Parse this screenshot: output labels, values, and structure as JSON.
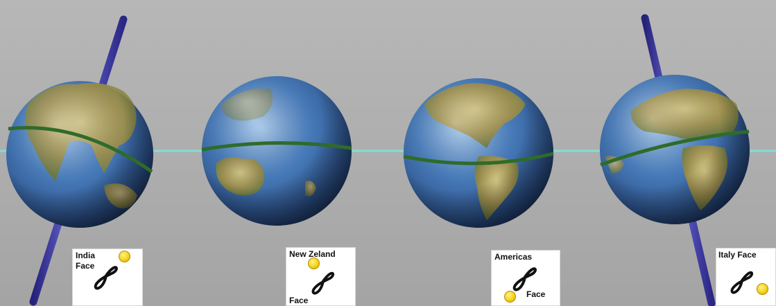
{
  "colors": {
    "background": "#b0b0b0",
    "axis_rod": "#3d3a9e",
    "equator_ring": "#2f6b2a",
    "ecliptic_line": "#7fe3d6",
    "ocean": "#3d6fb0",
    "land": "#b9a45a",
    "sun": "#f4d21a"
  },
  "globes": [
    {
      "id": "india",
      "icon": "globe-icon",
      "label_line1": "India",
      "label_line2": "Face"
    },
    {
      "id": "new-zealand",
      "icon": "globe-icon",
      "label_line1": "New Zeland",
      "label_line2": "Face"
    },
    {
      "id": "americas",
      "icon": "globe-icon",
      "label_line1": "Americas",
      "label_line2": "Face"
    },
    {
      "id": "italy",
      "icon": "globe-icon",
      "label_line1": "Italy Face",
      "label_line2": ""
    }
  ]
}
